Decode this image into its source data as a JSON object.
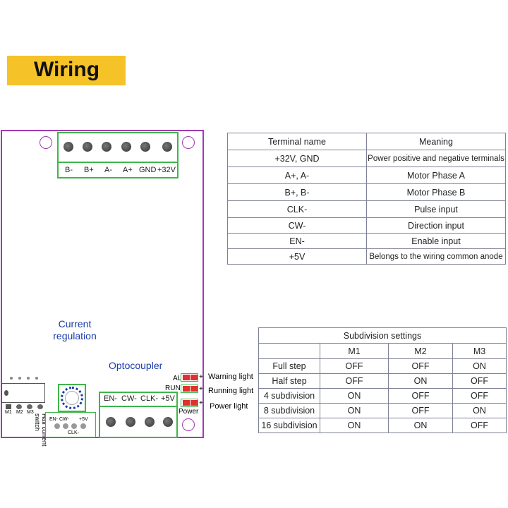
{
  "title": "Wiring",
  "board": {
    "top_terminals": [
      "B-",
      "B+",
      "A-",
      "A+",
      "GND",
      "+32V"
    ],
    "current_regulation": [
      "Current",
      "regulation"
    ],
    "optocoupler": "Optocoupler",
    "bottom_terminals": [
      "EN-",
      "CW-",
      "CLK-",
      "+5V"
    ],
    "small_connector": {
      "top": "EN- CW-",
      "plus5v": "+5V",
      "clk": "CLK-"
    },
    "dip_labels": [
      "M1",
      "M2",
      "M3"
    ],
    "half_current_switch": [
      "Half current",
      "switch"
    ],
    "led_short": [
      "AL",
      "RUN",
      "Power"
    ],
    "led_plus": "+",
    "led_desc": [
      "Warning light",
      "Running light",
      "Power light"
    ]
  },
  "terminal_table": {
    "headers": [
      "Terminal name",
      "Meaning"
    ],
    "rows": [
      [
        "+32V, GND",
        "Power positive and negative terminals"
      ],
      [
        "A+, A-",
        "Motor Phase A"
      ],
      [
        "B+, B-",
        "Motor Phase B"
      ],
      [
        "CLK-",
        "Pulse input"
      ],
      [
        "CW-",
        "Direction input"
      ],
      [
        "EN-",
        "Enable input"
      ],
      [
        "+5V",
        "Belongs to the wiring common anode"
      ]
    ]
  },
  "subdivision_table": {
    "title": "Subdivision settings",
    "headers": [
      "",
      "M1",
      "M2",
      "M3"
    ],
    "rows": [
      [
        "Full step",
        "OFF",
        "OFF",
        "ON"
      ],
      [
        "Half step",
        "OFF",
        "ON",
        "OFF"
      ],
      [
        "4 subdivision",
        "ON",
        "OFF",
        "OFF"
      ],
      [
        "8 subdivision",
        "ON",
        "OFF",
        "ON"
      ],
      [
        "16 subdivision",
        "ON",
        "ON",
        "OFF"
      ]
    ]
  },
  "colors": {
    "banner": "#f5c228",
    "board_outline": "#a23ab4",
    "terminal_outline": "#3fb54a",
    "label_blue": "#1a3ca8",
    "led": "#e03030"
  }
}
